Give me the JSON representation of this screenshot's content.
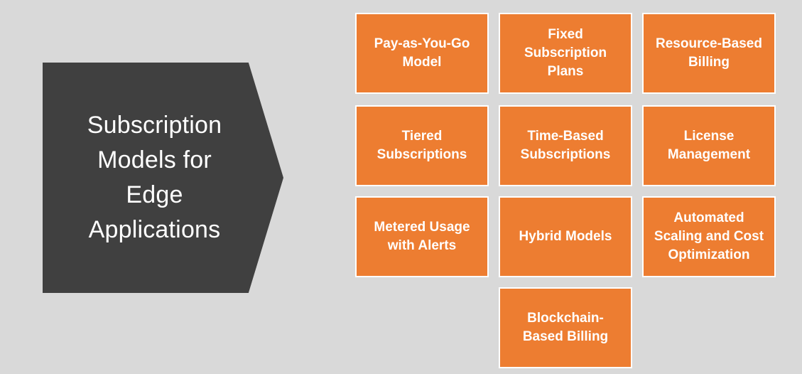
{
  "slide": {
    "background_color": "#d9d9d9"
  },
  "arrow": {
    "label": "Subscription\nModels for\nEdge\nApplications",
    "fill_color": "#404040",
    "text_color": "#ffffff"
  },
  "grid": {
    "box_fill_color": "#ed7d31",
    "box_border_color": "#ffffff",
    "box_text_color": "#ffffff",
    "boxes": [
      {
        "label": "Pay-as-You-Go\nModel"
      },
      {
        "label": "Fixed\nSubscription\nPlans"
      },
      {
        "label": "Resource-Based\nBilling"
      },
      {
        "label": "Tiered\nSubscriptions"
      },
      {
        "label": "Time-Based\nSubscriptions"
      },
      {
        "label": "License\nManagement"
      },
      {
        "label": "Metered Usage\nwith Alerts"
      },
      {
        "label": "Hybrid Models"
      },
      {
        "label": "Automated\nScaling and Cost\nOptimization"
      },
      {
        "label": "Blockchain-\nBased Billing"
      }
    ]
  }
}
